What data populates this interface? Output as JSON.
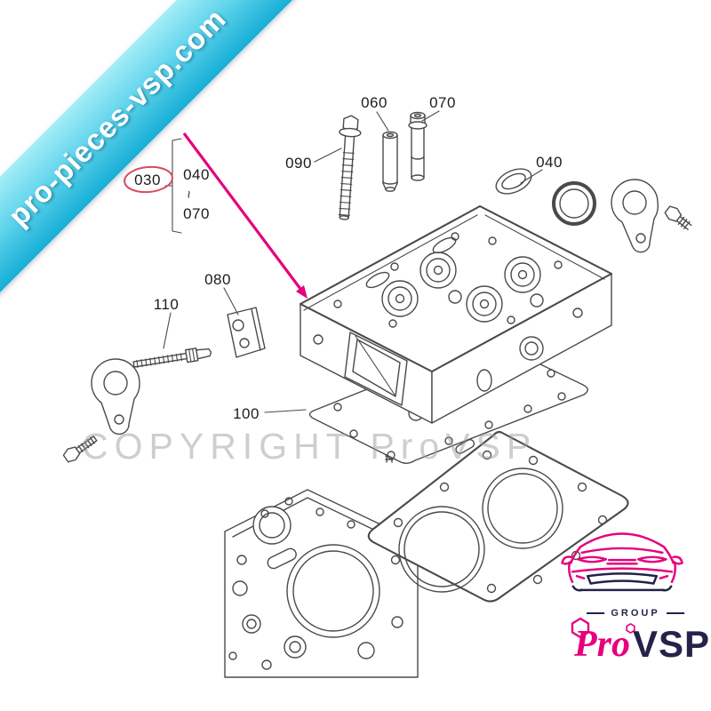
{
  "banner": {
    "text": "pro-pieces-vsp.com"
  },
  "watermark": {
    "text": "COPYRIGHT ProVSP"
  },
  "diagram": {
    "labels": {
      "l090": "090",
      "l060": "060",
      "l070": "070",
      "l040": "040",
      "l030": "030",
      "l040_range_top": "040",
      "l040_range_tilde": "~",
      "l040_range_bottom": "070",
      "l080": "080",
      "l110": "110",
      "l100": "100"
    }
  },
  "logo": {
    "group_label": "GROUP",
    "brand_pro": "Pro",
    "brand_vsp": "VSP"
  },
  "colors": {
    "banner_gradient_light": "#a6edf8",
    "banner_gradient_dark": "#17aed6",
    "arrow_pink": "#e6007e",
    "highlight_red": "#d84a5f",
    "line_gray": "#4a4a4a",
    "watermark_gray": "#9e9e9e",
    "logo_magenta": "#e6007e",
    "logo_navy": "#23234a"
  }
}
